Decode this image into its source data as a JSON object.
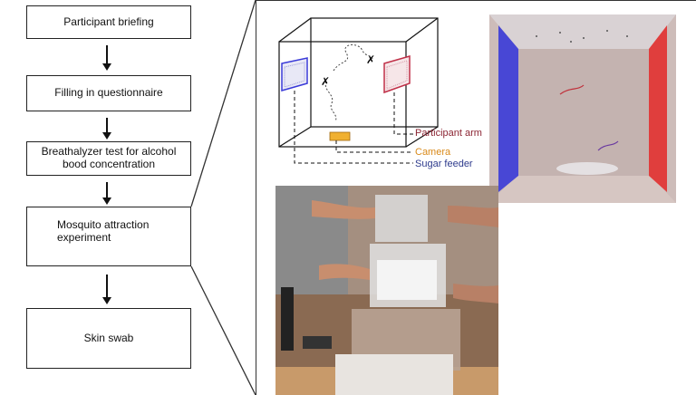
{
  "flowchart": {
    "steps": [
      "Participant briefing",
      "Filling in questionnaire",
      "Breathalyzer test for alcohol bood concentration",
      "Mosquito attraction experiment",
      "Skin swab"
    ]
  },
  "schematic": {
    "labels": {
      "participant_arm": "Participant arm",
      "camera": "Camera",
      "sugar_feeder": "Sugar feeder"
    },
    "colors": {
      "participant_arm": "#8b2432",
      "camera": "#d98a1b",
      "sugar_feeder": "#2d3a8c",
      "blue_panel": "#3a3ad8",
      "red_panel": "#e23030"
    }
  }
}
